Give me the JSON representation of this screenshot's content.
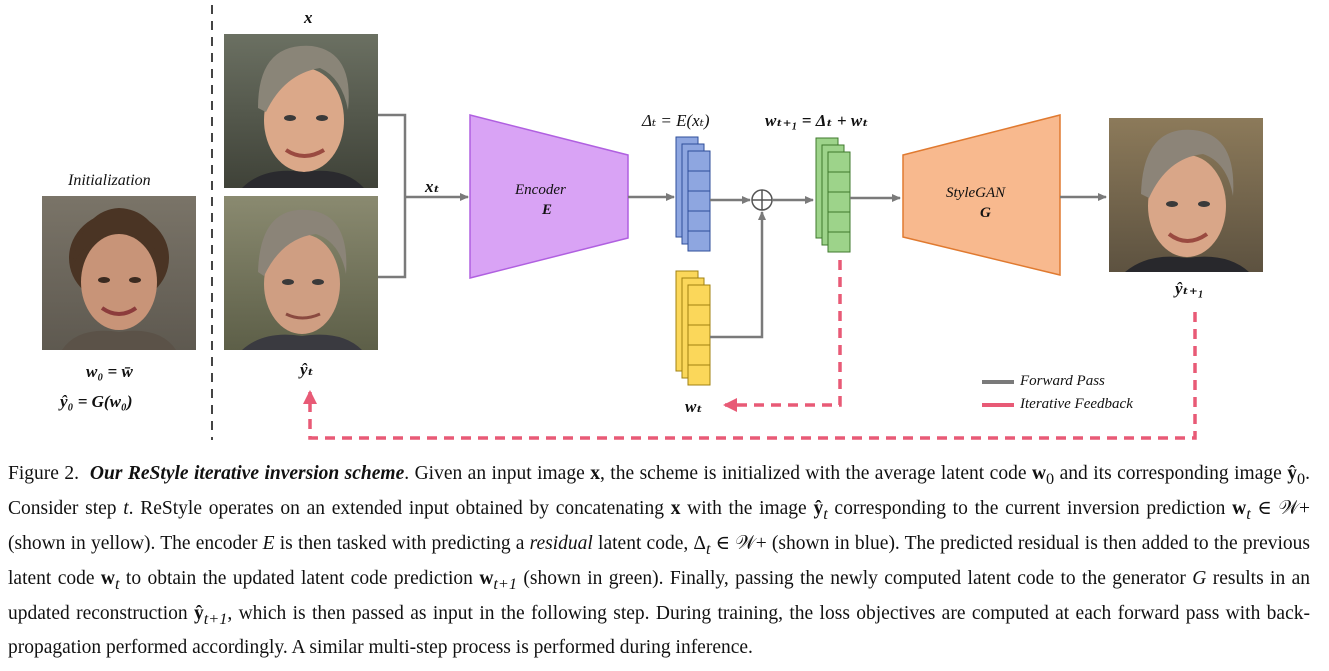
{
  "figure": {
    "init_label": "Initialization",
    "w0_eq": "w₀ = w̄",
    "y0_eq": "ŷ₀ = G(w₀)",
    "x_label": "x",
    "yt_label": "ŷₜ",
    "xt_label": "xₜ",
    "encoder_title": "Encoder",
    "encoder_symbol": "E",
    "delta_eq": "Δₜ = E(xₜ)",
    "wnext_eq": "wₜ₊₁ = Δₜ + wₜ",
    "wt_label": "wₜ",
    "stylegan_title": "StyleGAN",
    "stylegan_symbol": "G",
    "ynext_label": "ŷₜ₊₁",
    "legend": [
      {
        "label": "Forward Pass",
        "color": "#7a7a7a"
      },
      {
        "label": "Iterative Feedback",
        "color": "#e85a76"
      }
    ],
    "colors": {
      "encoder": "#d9a3f5",
      "stylegan": "#f8b98e",
      "delta_blocks": "#8ea6e0",
      "w_blocks": "#fbd75a",
      "wnext_blocks": "#9dd38a"
    }
  },
  "caption": {
    "fig_num": "Figure 2.",
    "title": "Our ReStyle iterative inversion scheme",
    "s1": ". Given an input image ",
    "x": "x",
    "s2": ", the scheme is initialized with the average latent code ",
    "w0": "w",
    "w0_sub": "0",
    "s3": " and its corresponding image ",
    "y0": "ŷ",
    "y0_sub": "0",
    "s4": ". Consider step ",
    "t": "t",
    "s5": ". ReStyle operates on an extended input obtained by concatenating ",
    "x2": "x",
    "s6": " with the image ",
    "yt": "ŷ",
    "yt_sub": "t",
    "s7": " corresponding to the current inversion prediction ",
    "wt": "w",
    "wt_sub": "t",
    "s8": " ∈ 𝒲+ (shown in yellow). The encoder ",
    "E": "E",
    "s9": " is then tasked with predicting a ",
    "residual": "residual",
    "s10": " latent code, Δ",
    "delta_sub": "t",
    "s11": " ∈ 𝒲+ (shown in blue). The predicted residual is then added to the previous latent code ",
    "wt2": "w",
    "wt2_sub": "t",
    "s12": " to obtain the updated latent code prediction ",
    "wn": "w",
    "wn_sub": "t+1",
    "s13": " (shown in green). Finally, passing the newly computed latent code to the generator ",
    "G": "G",
    "s14": " results in an updated reconstruction ",
    "yn": "ŷ",
    "yn_sub": "t+1",
    "s15": ", which is then passed as input in the following step. During training, the loss objectives are computed at each forward pass with back-propagation performed accordingly. A similar multi-step process is performed during inference."
  }
}
